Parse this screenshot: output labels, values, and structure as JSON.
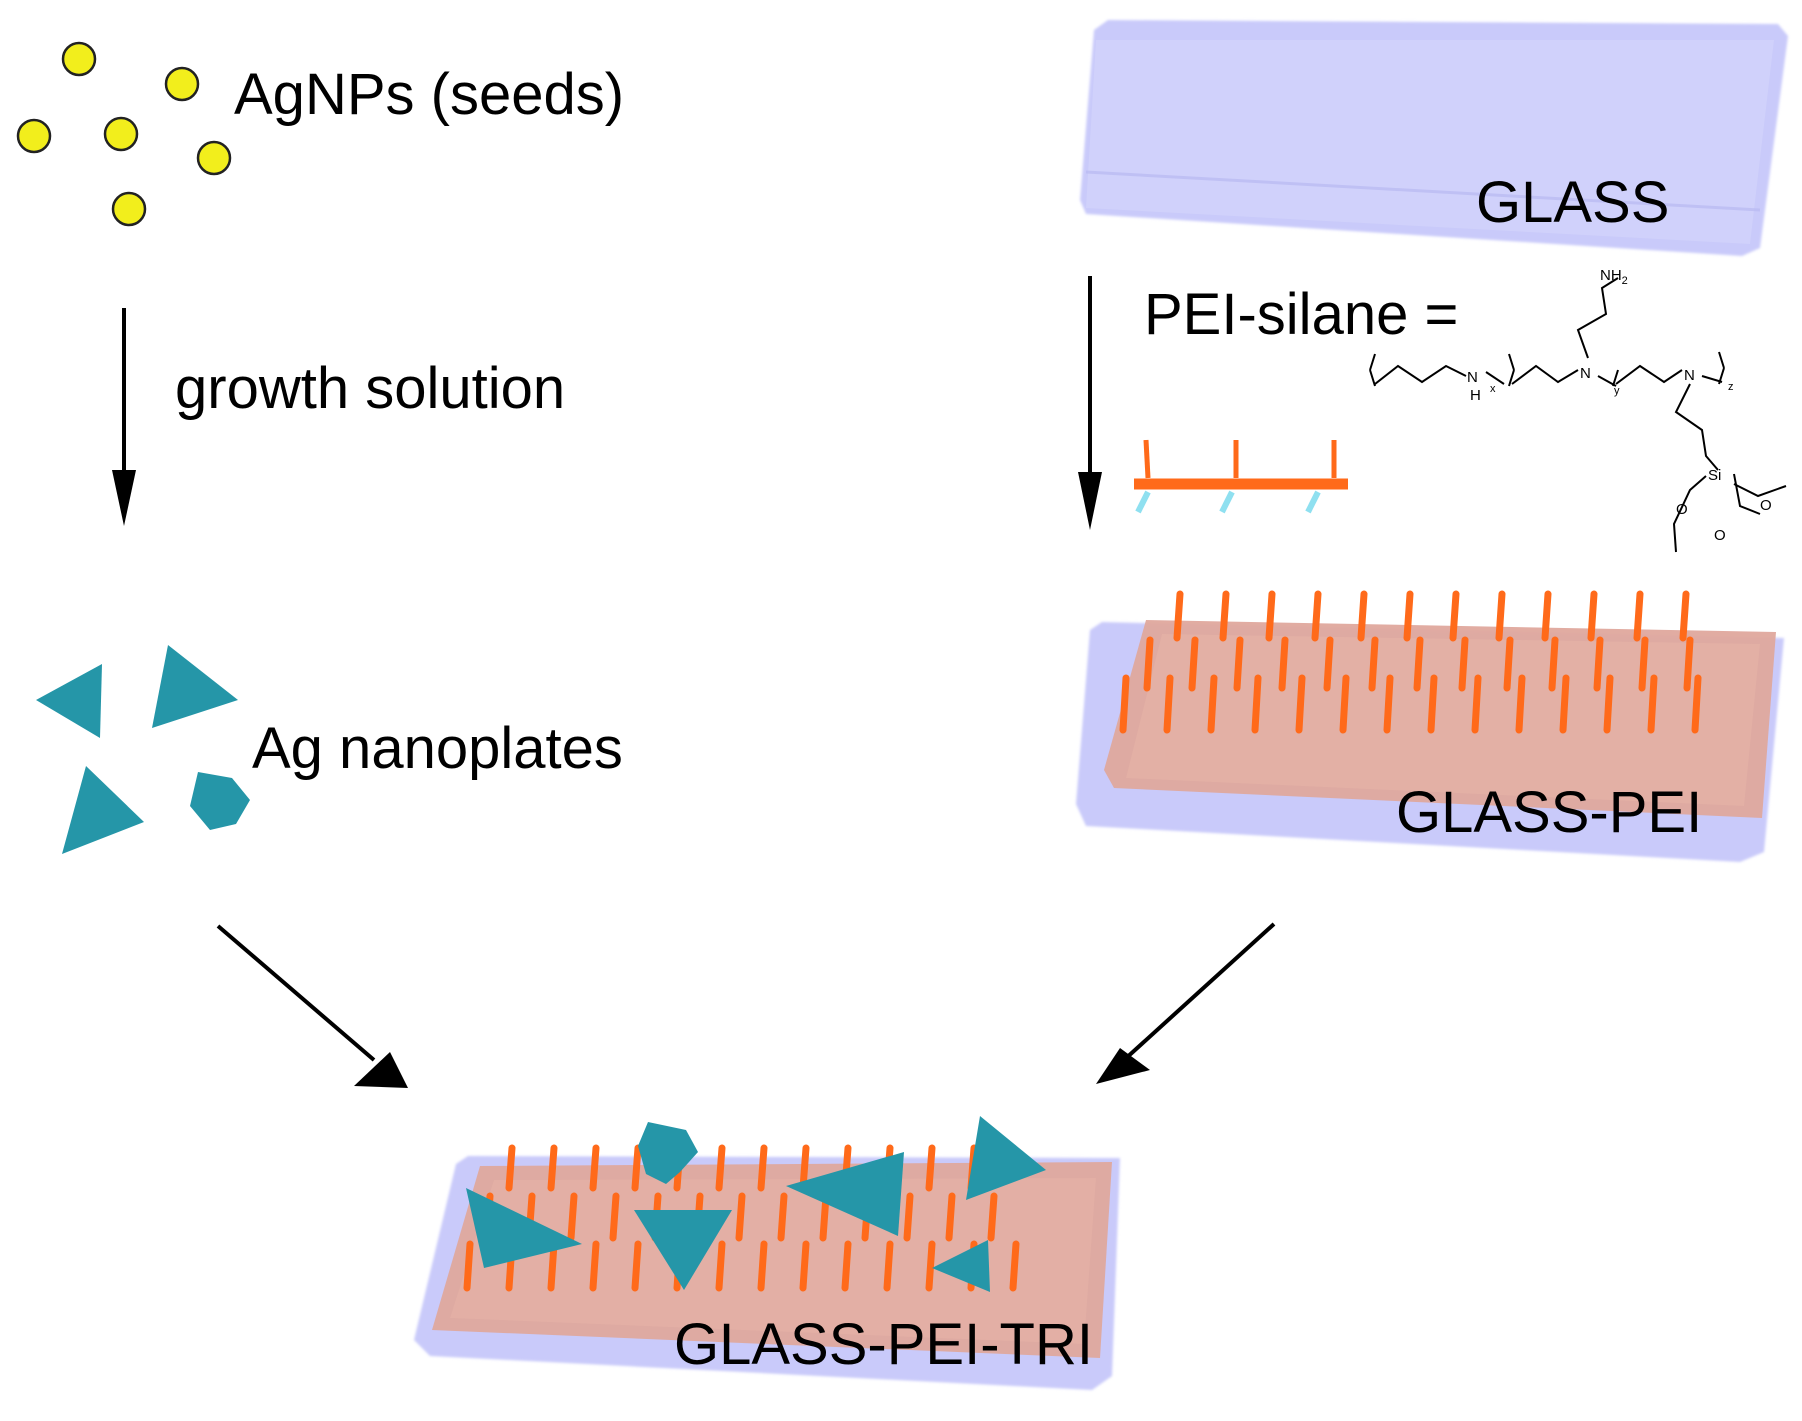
{
  "labels": {
    "seeds": "AgNPs (seeds)",
    "growth": "growth solution",
    "nanoplates": "Ag nanoplates",
    "glass": "GLASS",
    "pei_silane": "PEI-silane =",
    "glass_pei": "GLASS-PEI",
    "glass_pei_tri": "GLASS-PEI-TRI"
  },
  "structure": {
    "nh2": "NH",
    "nh2_sub": "2",
    "n": "N",
    "nh_n": "N",
    "nh_h": "H",
    "x": "x",
    "y": "y",
    "z": "z",
    "si": "Si",
    "o": "O"
  },
  "colors": {
    "seed": "#f2ee1c",
    "nanoplate": "#2596a8",
    "glass": "#c9cafa",
    "pei_layer": "#dfa89d",
    "pei_chain": "#ff6a1a",
    "silane_anchor": "#8fe0f0",
    "arrow": "#000000"
  }
}
